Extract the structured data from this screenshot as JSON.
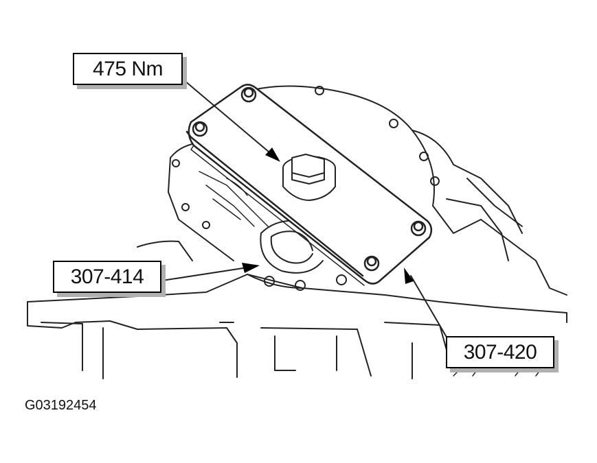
{
  "callouts": {
    "torque": "475 Nm",
    "tool_a": "307-414",
    "tool_b": "307-420"
  },
  "figure_id": "G03192454"
}
